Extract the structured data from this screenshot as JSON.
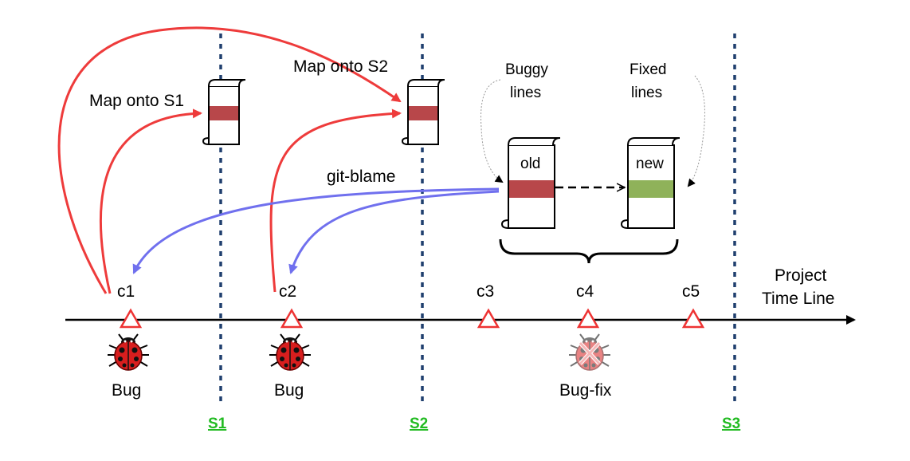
{
  "labels": {
    "map_s1": "Map onto S1",
    "map_s2": "Map onto S2",
    "git_blame": "git-blame",
    "buggy_lines": [
      "Buggy",
      "lines"
    ],
    "fixed_lines": [
      "Fixed",
      "lines"
    ],
    "old": "old",
    "new": "new",
    "timeline": [
      "Project",
      "Time Line"
    ],
    "bug1": "Bug",
    "bug2": "Bug",
    "bugfix": "Bug-fix"
  },
  "commits": [
    "c1",
    "c2",
    "c3",
    "c4",
    "c5"
  ],
  "snapshots": [
    "S1",
    "S2",
    "S3"
  ],
  "colors": {
    "red_arrow": "#ee3b3b",
    "blue_arrow": "#7070ee",
    "snapshot_line": "#1f3f6e",
    "snapshot_label": "#22bb22",
    "buggy_band": "#b8474a",
    "fixed_band": "#8fb25a",
    "commit_triangle": "#ee3333",
    "ladybug": "#d81e1e"
  }
}
